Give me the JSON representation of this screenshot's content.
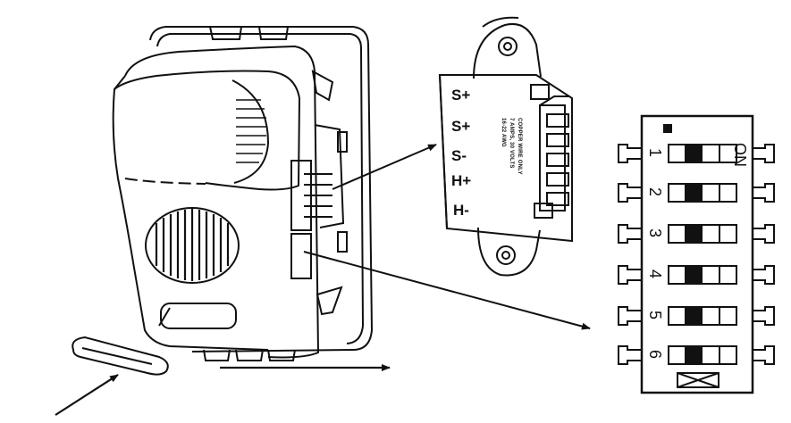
{
  "terminal_block": {
    "terminals": [
      "S+",
      "S+",
      "S-",
      "H+",
      "H-"
    ],
    "wire_note": [
      "COPPER WIRE ONLY",
      "7 AMPS, 30 VOLTS",
      "16-22 AWG"
    ]
  },
  "dip_switch": {
    "on_label": "ON",
    "switches": [
      {
        "number": "1"
      },
      {
        "number": "2"
      },
      {
        "number": "3"
      },
      {
        "number": "4"
      },
      {
        "number": "5"
      },
      {
        "number": "6"
      }
    ]
  }
}
